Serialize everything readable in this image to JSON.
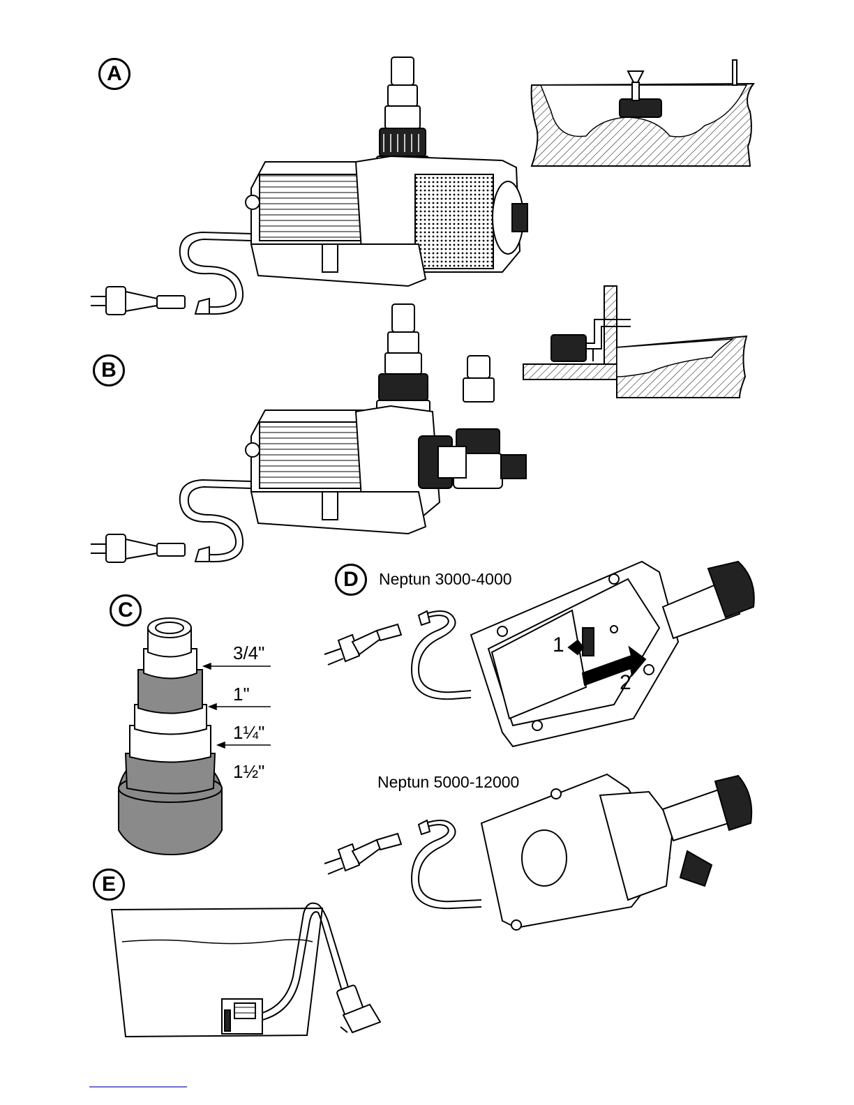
{
  "figures": {
    "a": {
      "label": "A"
    },
    "b": {
      "label": "B"
    },
    "c": {
      "label": "C",
      "sizes": [
        "3/4\"",
        "1\"",
        "1¼\"",
        "1½\""
      ]
    },
    "d": {
      "label": "D",
      "model_small": "Neptun 3000-4000",
      "model_large": "Neptun 5000-12000",
      "step_1": "1",
      "step_2": "2"
    },
    "e": {
      "label": "E"
    }
  },
  "colors": {
    "line": "#000000",
    "adapter_grey": "#8a8a8a",
    "footer_line": "#3b3bd6"
  }
}
